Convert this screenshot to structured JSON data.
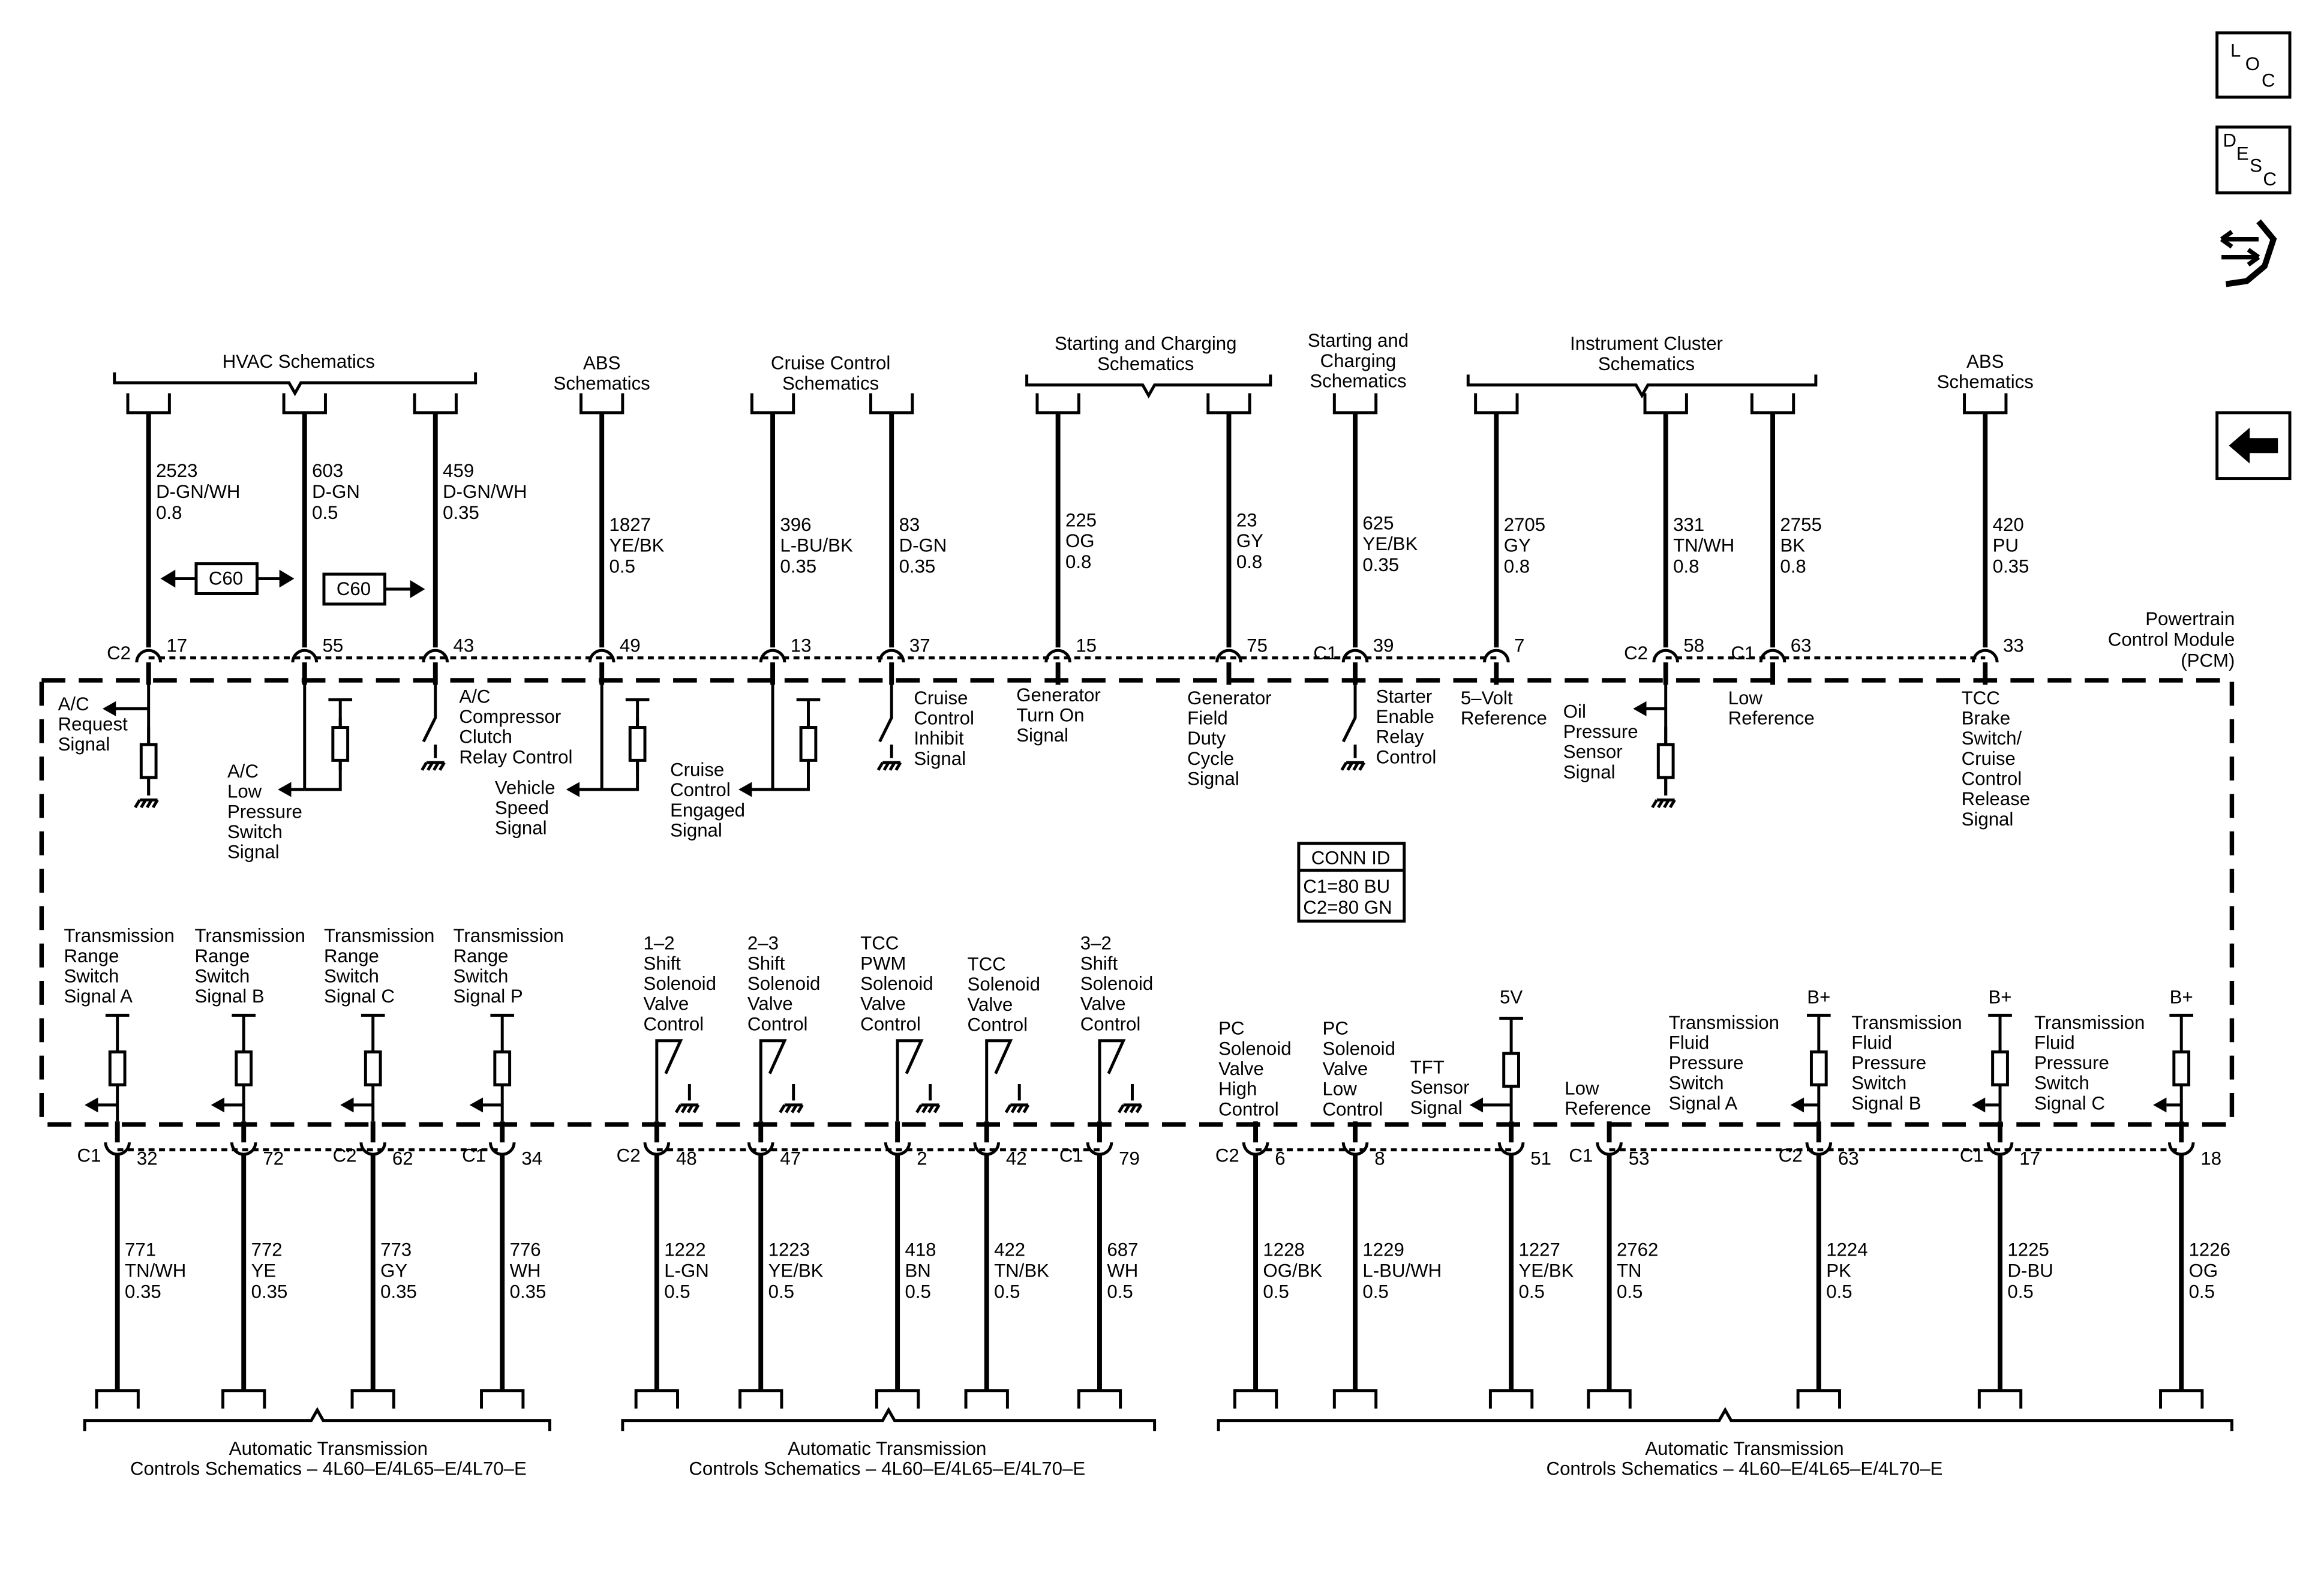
{
  "nav": {
    "loc": [
      "L",
      "O",
      "C"
    ],
    "desc": [
      "D",
      "E",
      "S",
      "C"
    ],
    "icons": [
      "loc-icon",
      "desc-icon",
      "wrench-arrows-icon",
      "back-arrow-icon"
    ]
  },
  "pcm": {
    "title": [
      "Powertrain",
      "Control Module",
      "(PCM)"
    ],
    "conn_id": {
      "title": "CONN ID",
      "c1": "C1=80 BU",
      "c2": "C2=80 GN"
    }
  },
  "groups_top": [
    {
      "lines": [
        "HVAC Schematics"
      ]
    },
    {
      "lines": [
        "ABS",
        "Schematics"
      ]
    },
    {
      "lines": [
        "Cruise Control",
        "Schematics"
      ]
    },
    {
      "lines": [
        "Starting and Charging",
        "Schematics"
      ]
    },
    {
      "lines": [
        "Starting and",
        "Charging",
        "Schematics"
      ]
    },
    {
      "lines": [
        "Instrument Cluster",
        "Schematics"
      ]
    },
    {
      "lines": [
        "ABS",
        "Schematics"
      ]
    }
  ],
  "groups_bottom": [
    {
      "lines": [
        "Automatic Transmission",
        "Controls Schematics – 4L60–E/4L65–E/4L70–E"
      ]
    },
    {
      "lines": [
        "Automatic Transmission",
        "Controls Schematics – 4L60–E/4L65–E/4L70–E"
      ]
    },
    {
      "lines": [
        "Automatic Transmission",
        "Controls Schematics – 4L60–E/4L65–E/4L70–E"
      ]
    }
  ],
  "inline_connectors": [
    "C60",
    "C60"
  ],
  "wires_top": [
    {
      "circuit": "2523",
      "color": "D-GN/WH",
      "gauge": "0.8",
      "conn": "C2",
      "pin": "17",
      "signal": [
        "A/C",
        "Request",
        "Signal"
      ]
    },
    {
      "circuit": "603",
      "color": "D-GN",
      "gauge": "0.5",
      "conn": "",
      "pin": "55",
      "signal": [
        "A/C",
        "Low",
        "Pressure",
        "Switch",
        "Signal"
      ]
    },
    {
      "circuit": "459",
      "color": "D-GN/WH",
      "gauge": "0.35",
      "conn": "",
      "pin": "43",
      "signal": [
        "A/C",
        "Compressor",
        "Clutch",
        "Relay Control"
      ]
    },
    {
      "circuit": "1827",
      "color": "YE/BK",
      "gauge": "0.5",
      "conn": "",
      "pin": "49",
      "signal": [
        "Vehicle",
        "Speed",
        "Signal"
      ]
    },
    {
      "circuit": "396",
      "color": "L-BU/BK",
      "gauge": "0.35",
      "conn": "",
      "pin": "13",
      "signal": [
        "Cruise",
        "Control",
        "Engaged",
        "Signal"
      ]
    },
    {
      "circuit": "83",
      "color": "D-GN",
      "gauge": "0.35",
      "conn": "",
      "pin": "37",
      "signal": [
        "Cruise",
        "Control",
        "Inhibit",
        "Signal"
      ]
    },
    {
      "circuit": "225",
      "color": "OG",
      "gauge": "0.8",
      "conn": "",
      "pin": "15",
      "signal": [
        "Generator",
        "Turn On",
        "Signal"
      ]
    },
    {
      "circuit": "23",
      "color": "GY",
      "gauge": "0.8",
      "conn": "",
      "pin": "75",
      "signal": [
        "Generator",
        "Field",
        "Duty",
        "Cycle",
        "Signal"
      ]
    },
    {
      "circuit": "625",
      "color": "YE/BK",
      "gauge": "0.35",
      "conn": "C1",
      "pin": "39",
      "signal": [
        "Starter",
        "Enable",
        "Relay",
        "Control"
      ]
    },
    {
      "circuit": "2705",
      "color": "GY",
      "gauge": "0.8",
      "conn": "",
      "pin": "7",
      "signal": [
        "5–Volt",
        "Reference"
      ]
    },
    {
      "circuit": "331",
      "color": "TN/WH",
      "gauge": "0.8",
      "conn": "C2",
      "pin": "58",
      "signal": [
        "Oil",
        "Pressure",
        "Sensor",
        "Signal"
      ]
    },
    {
      "circuit": "2755",
      "color": "BK",
      "gauge": "0.8",
      "conn": "C1",
      "pin": "63",
      "signal": [
        "Low",
        "Reference"
      ]
    },
    {
      "circuit": "420",
      "color": "PU",
      "gauge": "0.35",
      "conn": "",
      "pin": "33",
      "signal": [
        "TCC",
        "Brake",
        "Switch/",
        "Cruise",
        "Control",
        "Release",
        "Signal"
      ]
    }
  ],
  "wires_bottom": [
    {
      "circuit": "771",
      "color": "TN/WH",
      "gauge": "0.35",
      "conn": "C1",
      "pin": "32",
      "signal": [
        "Transmission",
        "Range",
        "Switch",
        "Signal A"
      ]
    },
    {
      "circuit": "772",
      "color": "YE",
      "gauge": "0.35",
      "conn": "",
      "pin": "72",
      "signal": [
        "Transmission",
        "Range",
        "Switch",
        "Signal B"
      ]
    },
    {
      "circuit": "773",
      "color": "GY",
      "gauge": "0.35",
      "conn": "C2",
      "pin": "62",
      "signal": [
        "Transmission",
        "Range",
        "Switch",
        "Signal C"
      ]
    },
    {
      "circuit": "776",
      "color": "WH",
      "gauge": "0.35",
      "conn": "C1",
      "pin": "34",
      "signal": [
        "Transmission",
        "Range",
        "Switch",
        "Signal P"
      ]
    },
    {
      "circuit": "1222",
      "color": "L-GN",
      "gauge": "0.5",
      "conn": "C2",
      "pin": "48",
      "signal": [
        "1–2",
        "Shift",
        "Solenoid",
        "Valve",
        "Control"
      ]
    },
    {
      "circuit": "1223",
      "color": "YE/BK",
      "gauge": "0.5",
      "conn": "",
      "pin": "47",
      "signal": [
        "2–3",
        "Shift",
        "Solenoid",
        "Valve",
        "Control"
      ]
    },
    {
      "circuit": "418",
      "color": "BN",
      "gauge": "0.5",
      "conn": "",
      "pin": "2",
      "signal": [
        "TCC",
        "PWM",
        "Solenoid",
        "Valve",
        "Control"
      ]
    },
    {
      "circuit": "422",
      "color": "TN/BK",
      "gauge": "0.5",
      "conn": "",
      "pin": "42",
      "signal": [
        "TCC",
        "Solenoid",
        "Valve",
        "Control"
      ]
    },
    {
      "circuit": "687",
      "color": "WH",
      "gauge": "0.5",
      "conn": "C1",
      "pin": "79",
      "signal": [
        "3–2",
        "Shift",
        "Solenoid",
        "Valve",
        "Control"
      ]
    },
    {
      "circuit": "1228",
      "color": "OG/BK",
      "gauge": "0.5",
      "conn": "C2",
      "pin": "6",
      "signal": [
        "PC",
        "Solenoid",
        "Valve",
        "High",
        "Control"
      ]
    },
    {
      "circuit": "1229",
      "color": "L-BU/WH",
      "gauge": "0.5",
      "conn": "",
      "pin": "8",
      "signal": [
        "PC",
        "Solenoid",
        "Valve",
        "Low",
        "Control"
      ]
    },
    {
      "circuit": "1227",
      "color": "YE/BK",
      "gauge": "0.5",
      "conn": "",
      "pin": "51",
      "signal": [
        "TFT",
        "Sensor",
        "Signal"
      ],
      "supply": "5V"
    },
    {
      "circuit": "2762",
      "color": "TN",
      "gauge": "0.5",
      "conn": "C1",
      "pin": "53",
      "signal": [
        "Low",
        "Reference"
      ]
    },
    {
      "circuit": "1224",
      "color": "PK",
      "gauge": "0.5",
      "conn": "C2",
      "pin": "63",
      "signal": [
        "Transmission",
        "Fluid",
        "Pressure",
        "Switch",
        "Signal A"
      ],
      "supply": "B+"
    },
    {
      "circuit": "1225",
      "color": "D-BU",
      "gauge": "0.5",
      "conn": "C1",
      "pin": "17",
      "signal": [
        "Transmission",
        "Fluid",
        "Pressure",
        "Switch",
        "Signal B"
      ],
      "supply": "B+"
    },
    {
      "circuit": "1226",
      "color": "OG",
      "gauge": "0.5",
      "conn": "",
      "pin": "18",
      "signal": [
        "Transmission",
        "Fluid",
        "Pressure",
        "Switch",
        "Signal C"
      ],
      "supply": "B+"
    }
  ]
}
